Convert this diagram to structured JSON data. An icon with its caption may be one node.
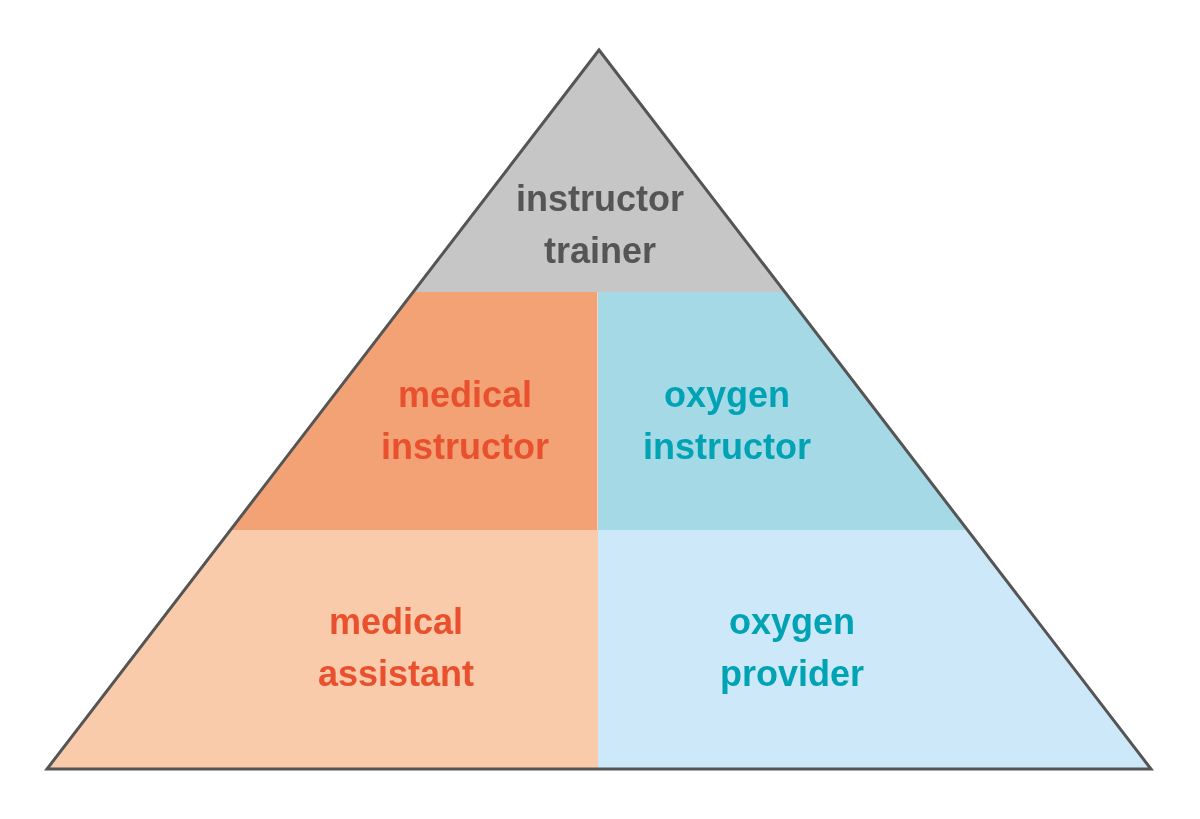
{
  "diagram": {
    "nodes": [
      {
        "text": [
          "instructor trainer"
        ]
      },
      {
        "text": [
          "medical instructor"
        ]
      },
      {
        "text": [
          "oxygen instructor"
        ]
      },
      {
        "text": [
          "medical assistant"
        ]
      },
      {
        "text": [
          "oxygen provider"
        ]
      }
    ]
  }
}
